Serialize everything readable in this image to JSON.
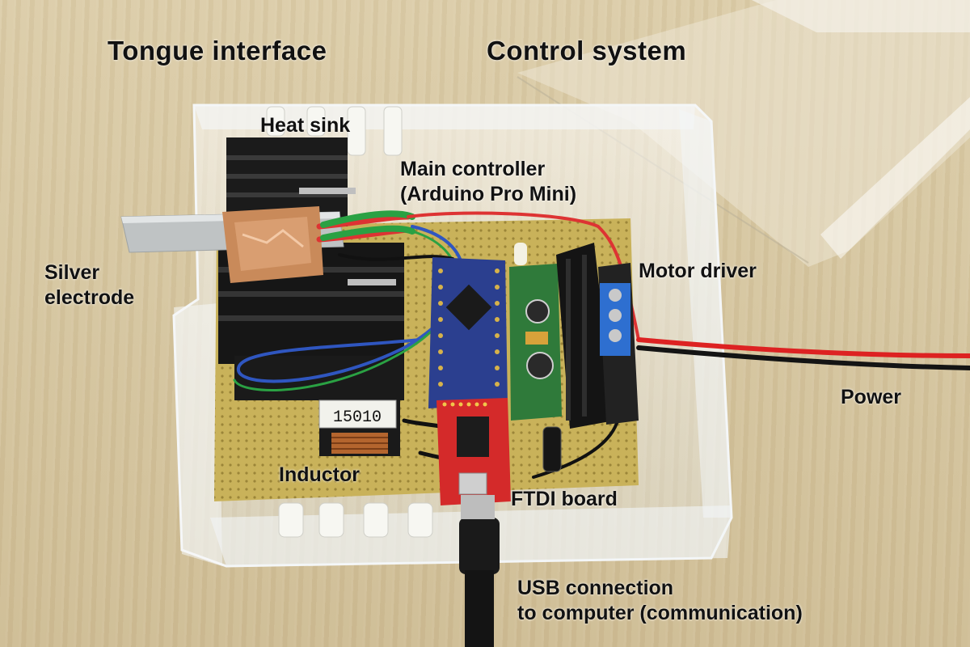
{
  "headings": {
    "tongue": "Tongue interface",
    "control": "Control system"
  },
  "labels": {
    "heat_sink": "Heat sink",
    "main_controller": [
      "Main controller",
      "(Arduino Pro Mini)"
    ],
    "silver_electrode": [
      "Silver",
      "electrode"
    ],
    "motor_driver": "Motor driver",
    "power": "Power",
    "inductor": "Inductor",
    "ftdi_board": "FTDI board",
    "usb_connection": [
      "USB connection",
      "to computer (communication)"
    ]
  },
  "board_markings": {
    "inductor_code": "15010"
  },
  "colors": {
    "table": "#d6c6a0",
    "pcb": "#c9b25a",
    "arduino": "#2b3f8f",
    "ftdi": "#d42a2a",
    "driver": "#2f7a3a",
    "heatsink": "#1b1b1b",
    "copper": "#c98a5a",
    "acrylic": "#e9eef0"
  }
}
